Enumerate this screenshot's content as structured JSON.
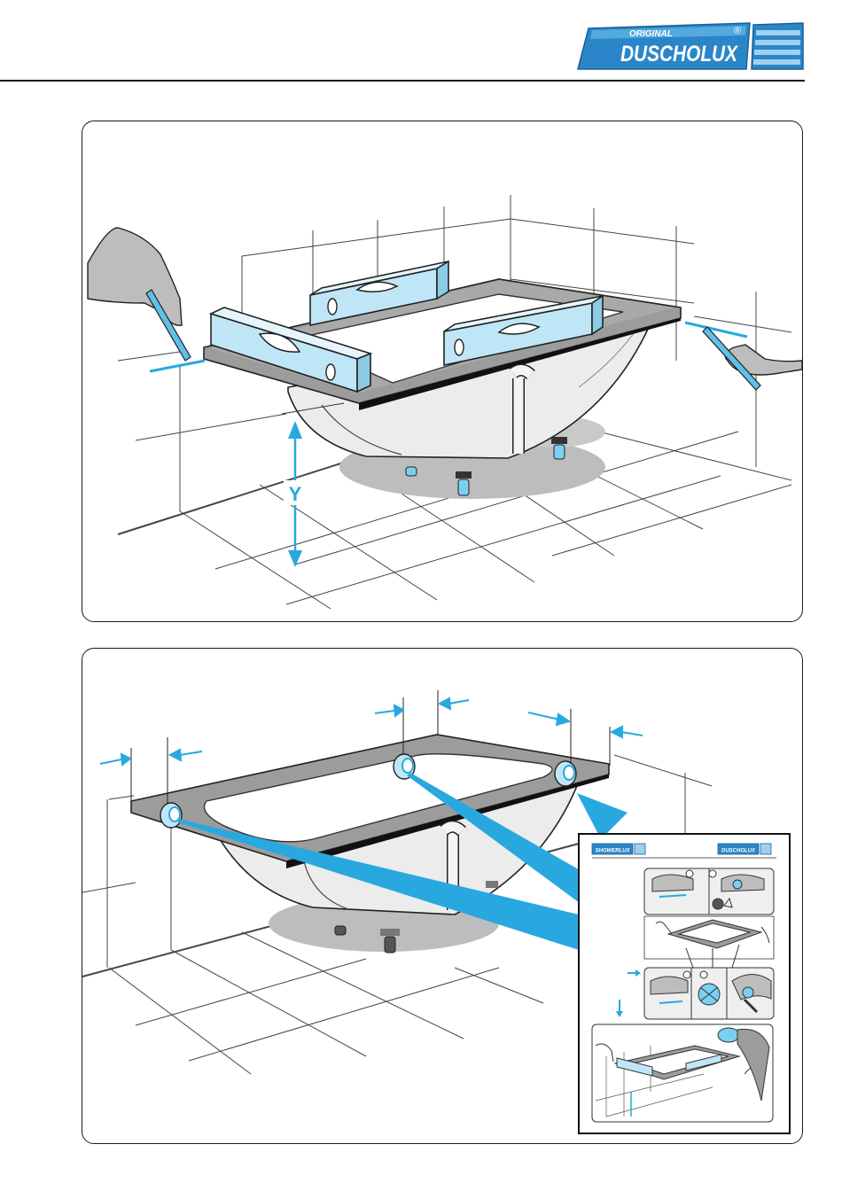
{
  "header": {
    "logo": {
      "brand_top": "ORIGINAL",
      "brand_main": "DUSCHOLUX",
      "registered": "®",
      "colors": {
        "blue": "#2a86c8",
        "dark_blue": "#1c5f96",
        "light_blue": "#9fd0ef"
      }
    }
  },
  "panel1": {
    "dimension_label": "Y",
    "colors": {
      "tub_rim": "#9c9c9c",
      "tub_body": "#e6e6e6",
      "level": "#bfe6f7",
      "accent": "#29a8e0",
      "shadow": "#bdbdbd"
    }
  },
  "panel2": {
    "inset": {
      "brand_left": "SHOWERLUX",
      "brand_right": "DUSCHOLUX"
    }
  }
}
